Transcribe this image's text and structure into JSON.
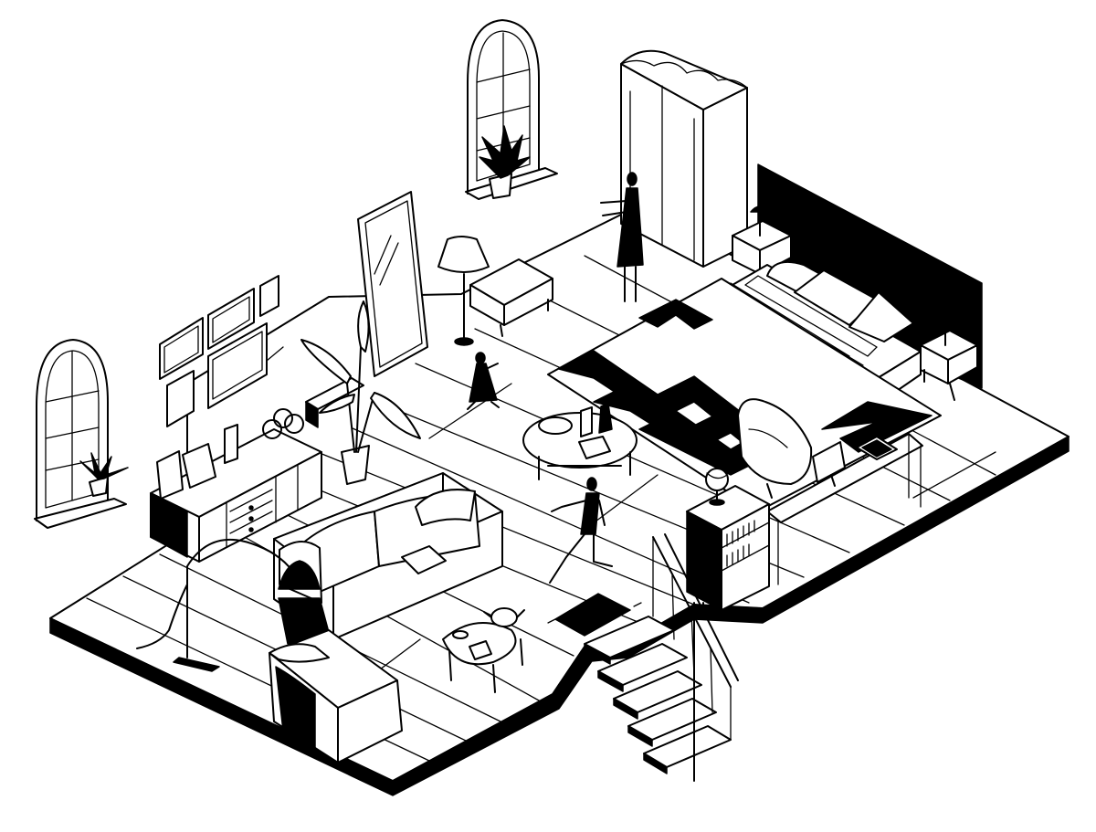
{
  "scene": {
    "kind": "isometric-loft-interior",
    "style": "black-and-white line art",
    "colors": {
      "ink": "#000000",
      "paper": "#ffffff"
    }
  },
  "objects": [
    "arched-window-left",
    "arched-window-back",
    "plant-on-sill-left",
    "plant-on-sill-back",
    "picture-frame-gallery",
    "standing-mirror",
    "wardrobe",
    "bed",
    "headboard",
    "nightstand-left",
    "nightstand-right",
    "bedside-lamp-left",
    "bedside-lamp-right",
    "zigzag-rug",
    "ottoman",
    "floor-lamp",
    "sideboard",
    "decorative-rings",
    "vase",
    "potted-plant-large",
    "wall-shelf",
    "sofa",
    "book-on-sofa",
    "arc-floor-lamp",
    "armchair",
    "egg-chair",
    "coffee-table-round",
    "coffee-table-small",
    "teapot",
    "desk",
    "computer-monitor",
    "laptop",
    "bookshelf",
    "globe",
    "doormat",
    "spiral-staircase",
    "stair-railing"
  ],
  "figures": [
    "person-standing-by-wardrobe",
    "child-running",
    "person-walking"
  ]
}
